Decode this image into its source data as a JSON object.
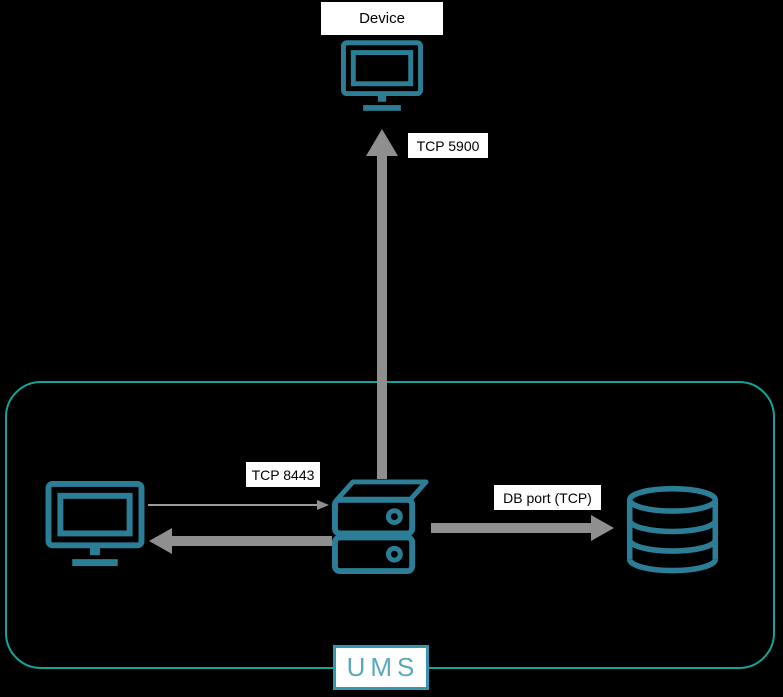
{
  "colors": {
    "background": "#000000",
    "icon": "#2b7e96",
    "group_border": "#12a39a",
    "arrow": "#8f8f8f",
    "label_background": "#ffffff",
    "label_text": "#000000",
    "ums_text": "#5aa9bd"
  },
  "nodes": {
    "device": {
      "label": "Device",
      "icon": "monitor-icon"
    },
    "console": {
      "icon": "monitor-icon"
    },
    "ums_server": {
      "icon": "server-icon"
    },
    "database": {
      "icon": "database-icon"
    }
  },
  "edges": {
    "server_to_device": {
      "label": "TCP 5900",
      "direction": "up",
      "style": "thick"
    },
    "console_to_server": {
      "label": "TCP 8443",
      "direction": "right",
      "style": "thin"
    },
    "server_to_console": {
      "direction": "left",
      "style": "thick"
    },
    "server_to_database": {
      "label": "DB port (TCP)",
      "direction": "right",
      "style": "thick"
    }
  },
  "group": {
    "label": "UMS"
  }
}
